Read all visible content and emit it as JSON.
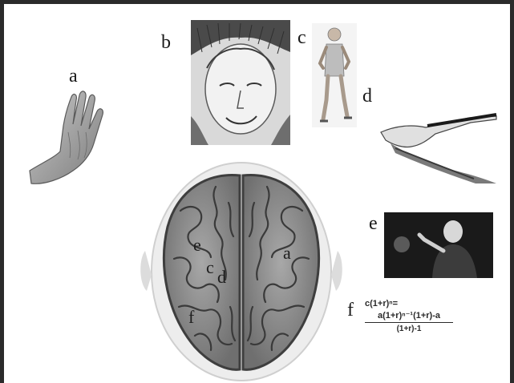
{
  "labels": {
    "a": "a",
    "b": "b",
    "c": "c",
    "d": "d",
    "e": "e",
    "f": "f"
  },
  "brain_labels": {
    "e": "e",
    "a": "a",
    "c": "c",
    "d": "d",
    "f": "f"
  },
  "formula": {
    "line1": "c(1+r)ⁿ=",
    "numerator": "a(1+r)ⁿ⁻¹(1+r)-a",
    "denominator": "(1+r)-1"
  },
  "colors": {
    "frame": "#2b2b2b",
    "brain_fill": "#8a8a8a",
    "brain_dark": "#3e3e3e",
    "photo_dark": "#1a1a1a"
  },
  "icons": {
    "a": "hand-icon",
    "b": "face-sketch-icon",
    "c": "runner-icon",
    "d": "writing-hand-icon",
    "e": "speaker-photo-icon",
    "brain": "brain-top-view-icon"
  }
}
